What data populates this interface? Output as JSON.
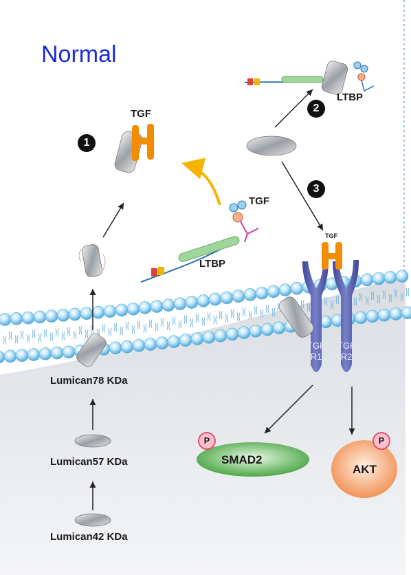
{
  "title": "Normal",
  "steps": [
    "1",
    "2",
    "3"
  ],
  "labels": {
    "tgf_top": "TGF",
    "tgf_mid": "TGF",
    "tgf_receptor": "TGF",
    "ltbp_top": "LTBP",
    "ltbp_mid": "LTBP",
    "receptor1": "TGF R1",
    "receptor2": "TGF R2",
    "phospho": "P",
    "smad2": "SMAD2",
    "akt": "AKT"
  },
  "lumican_forms": [
    {
      "label": "Lumican42 KDa"
    },
    {
      "label": "Lumican57 KDa"
    },
    {
      "label": "Lumican78 KDa"
    }
  ],
  "colors": {
    "title": "#1a2bd6",
    "tgf": "#f28c00",
    "receptor": "#5b63b0",
    "arrow_curve": "#f5b400",
    "smad2": "#4caf50",
    "akt": "#f7a070",
    "membrane": "#7cc8f0"
  }
}
